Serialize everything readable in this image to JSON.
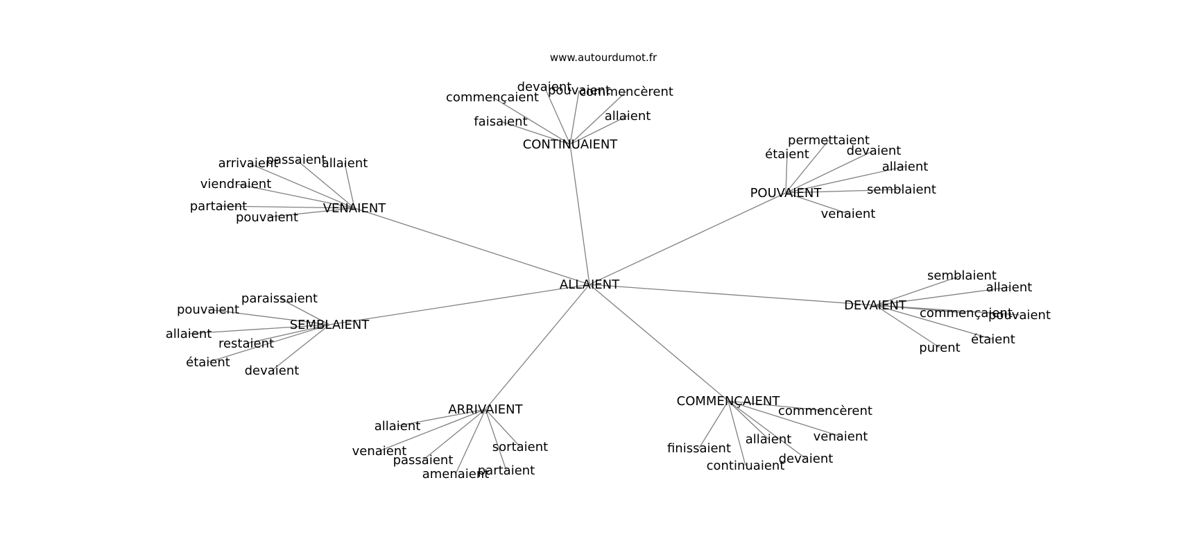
{
  "source": "www.autourdumot.fr",
  "graph": {
    "root": "ALLAIENT",
    "hubs": [
      {
        "id": "continuaient",
        "label": "CONTINUAIENT",
        "leaves": [
          "devaient",
          "pouvaient",
          "commencèrent",
          "commençaient",
          "faisaient",
          "allaient"
        ]
      },
      {
        "id": "pouvaient",
        "label": "POUVAIENT",
        "leaves": [
          "permettaient",
          "étaient",
          "devaient",
          "allaient",
          "semblaient",
          "venaient"
        ]
      },
      {
        "id": "venaient",
        "label": "VENAIENT",
        "leaves": [
          "arrivaient",
          "passaient",
          "allaient",
          "viendraient",
          "partaient",
          "pouvaient"
        ]
      },
      {
        "id": "devaient",
        "label": "DEVAIENT",
        "leaves": [
          "semblaient",
          "allaient",
          "commençaient",
          "pouvaient",
          "étaient",
          "purent"
        ]
      },
      {
        "id": "semblaient",
        "label": "SEMBLAIENT",
        "leaves": [
          "paraissaient",
          "pouvaient",
          "allaient",
          "restaient",
          "étaient",
          "devaient"
        ]
      },
      {
        "id": "arrivaient",
        "label": "ARRIVAIENT",
        "leaves": [
          "allaient",
          "venaient",
          "passaient",
          "sortaient",
          "amenaient",
          "partaient"
        ]
      },
      {
        "id": "commencaient",
        "label": "COMMENÇAIENT",
        "leaves": [
          "commencèrent",
          "venaient",
          "allaient",
          "finissaient",
          "devaient",
          "continuaient"
        ]
      }
    ]
  }
}
